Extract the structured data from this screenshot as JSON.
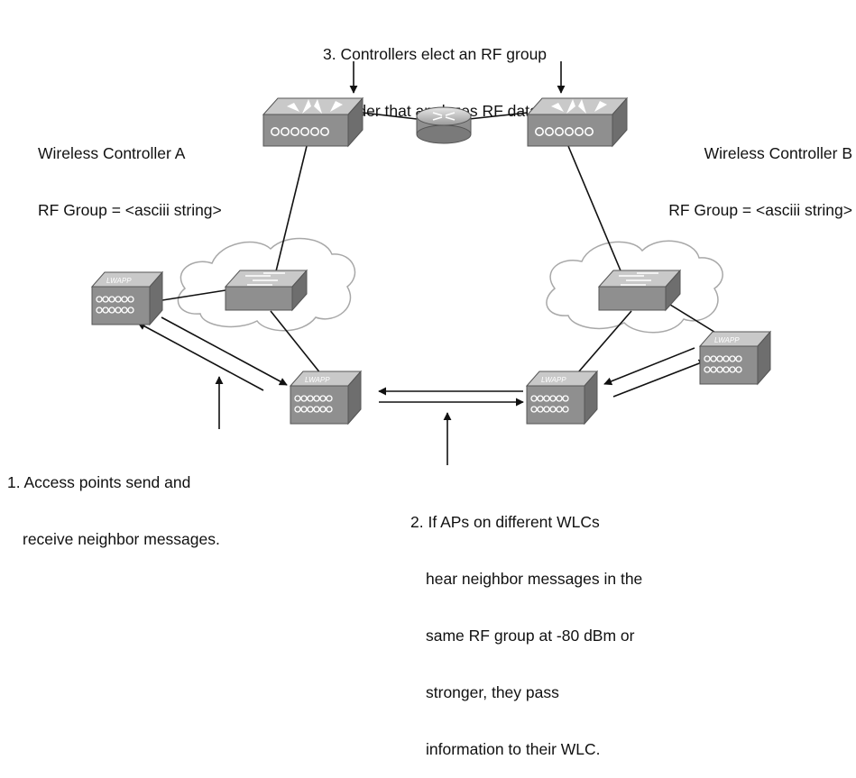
{
  "step3": {
    "line1": "3. Controllers elect an RF group",
    "line2": "leader that analyzes RF data."
  },
  "controller_a": {
    "name": "Wireless Controller A",
    "group": "RF Group = <asciii string>"
  },
  "controller_b": {
    "name": "Wireless Controller B",
    "group": "RF Group = <asciii string>"
  },
  "step1": {
    "line1": "1. Access points send and",
    "line2": "receive neighbor messages."
  },
  "step2": {
    "line1": "2. If APs on different WLCs",
    "line2": "hear neighbor messages in the",
    "line3": "same RF group at -80 dBm or",
    "line4": "stronger, they pass",
    "line5": "information to their WLC."
  },
  "ap_label": "LWAPP",
  "colors": {
    "device_top": "#c9c9c9",
    "device_front": "#8f8f8f",
    "device_side": "#6e6e6e",
    "cloud_fill": "#ffffff",
    "cloud_stroke": "#a8a8a8",
    "line": "#111111"
  },
  "icons": [
    "wireless-controller-icon",
    "router-icon",
    "switch-icon",
    "access-point-icon",
    "cloud-icon"
  ]
}
